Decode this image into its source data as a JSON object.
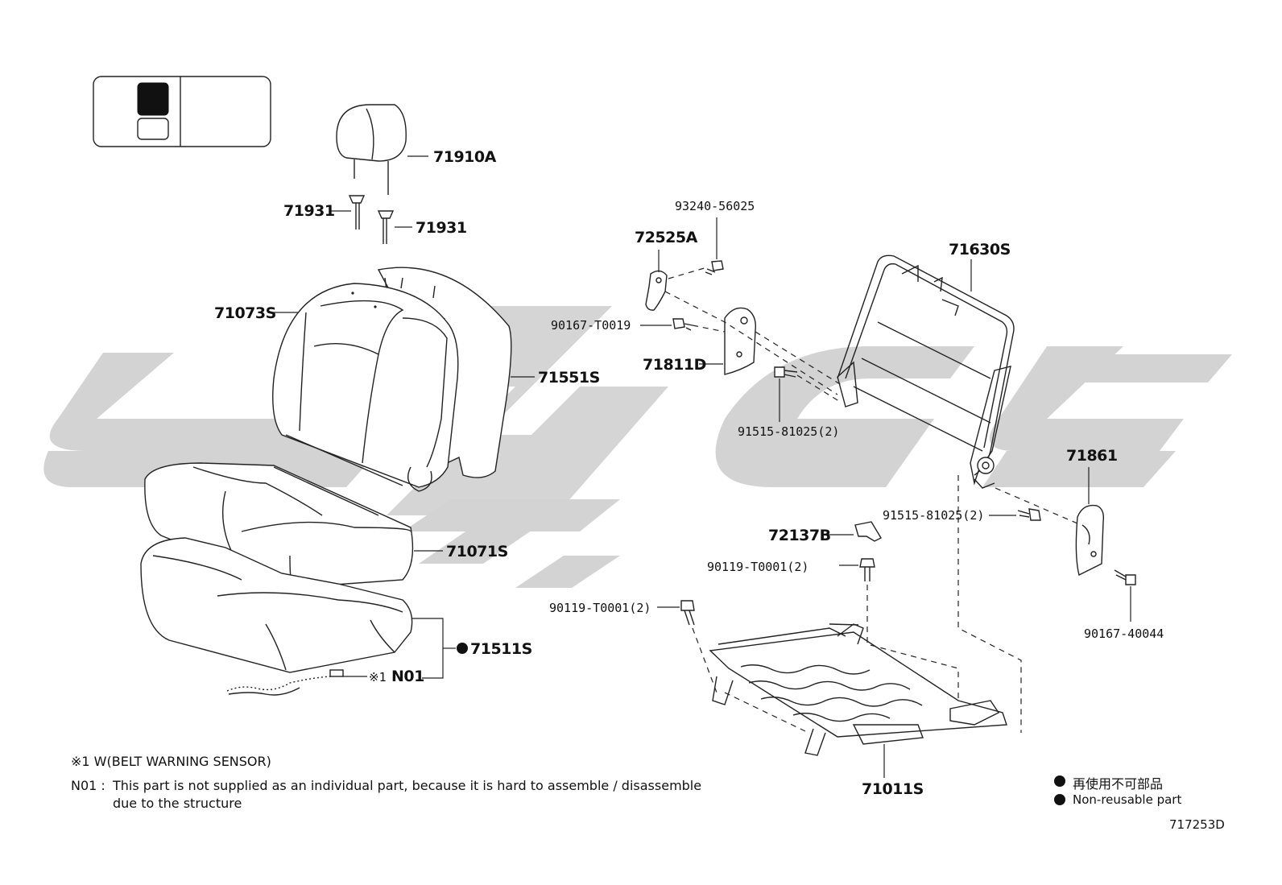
{
  "diagram": {
    "colors": {
      "ink": "#111111",
      "watermark": "#d3d3d3"
    },
    "parts": {
      "headrest": "71910A",
      "headrest_support_left": "71931",
      "headrest_support_right": "71931",
      "back_cover": "71073S",
      "back_pad": "71551S",
      "cushion_cover": "71071S",
      "cushion_assembly": "71511S",
      "sensor": "N01",
      "sensor_prefix": "※1",
      "cover_upper": "72525A",
      "screw_top": "93240-56025",
      "screw_mid": "90167-T0019",
      "bracket": "71811D",
      "bolt_back_left": "91515-81025(2)",
      "back_frame": "71630S",
      "cover_side": "71861",
      "bolt_back_right": "91515-81025(2)",
      "hook": "72137B",
      "bolt_cushion_upper": "90119-T0001(2)",
      "bolt_cushion_left": "90119-T0001(2)",
      "screw_side": "90167-40044",
      "cushion_frame": "71011S"
    },
    "notes": {
      "footnote_1": "※1 W(BELT WARNING SENSOR)",
      "n01_label": "N01 :",
      "n01_text_line1": "This part is not supplied as an individual part, because it is hard to assemble / disassemble",
      "n01_text_line2": "due to the structure"
    },
    "legend": {
      "jp": "再使用不可部品",
      "en": "Non-reusable part"
    },
    "figure_id": "717253D"
  }
}
